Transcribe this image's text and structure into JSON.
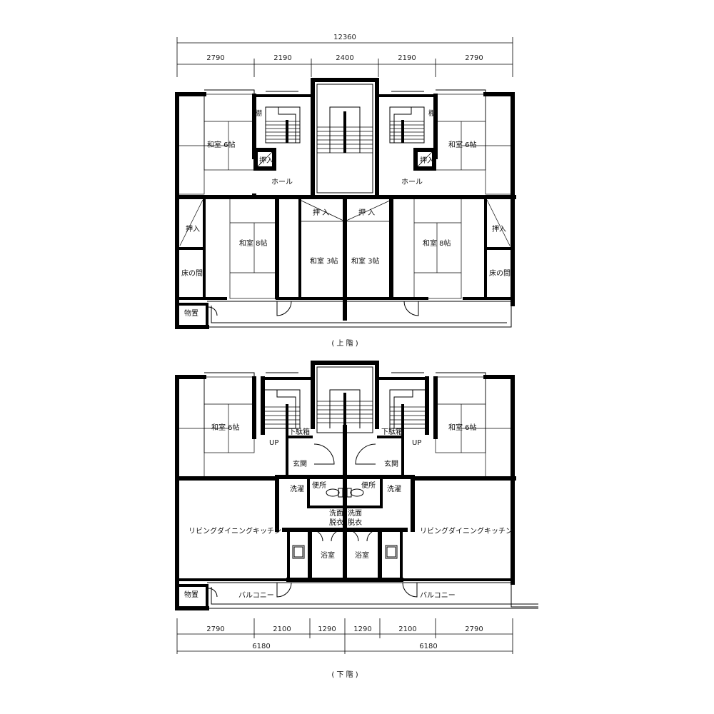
{
  "dims_top": {
    "total": "12360",
    "segments": [
      "2790",
      "2190",
      "2400",
      "2190",
      "2790"
    ]
  },
  "dims_bottom": {
    "segments": [
      "2790",
      "2100",
      "1290",
      "1290",
      "2100",
      "2790"
    ],
    "halves": [
      "6180",
      "6180"
    ]
  },
  "upper_floor": {
    "caption": "( 上 階 )",
    "rooms": {
      "washitsu6_l": "和室 6帖",
      "washitsu6_r": "和室 6帖",
      "tana_l": "棚",
      "tana_r": "棚",
      "oshiire_small_l": "押入",
      "oshiire_small_r": "押入",
      "hall_l": "ホール",
      "hall_r": "ホール",
      "oshiire_l": "押入",
      "oshiire_r": "押入",
      "oshiire_mid_l": "押 入",
      "oshiire_mid_r": "押 入",
      "washitsu8_l": "和室 8帖",
      "washitsu8_r": "和室 8帖",
      "washitsu3_l": "和室 3帖",
      "washitsu3_r": "和室 3帖",
      "tokonoma_l": "床の間",
      "tokonoma_r": "床の間",
      "monooki": "物置"
    }
  },
  "lower_floor": {
    "caption": "( 下 階 )",
    "rooms": {
      "washitsu6_l": "和室 6帖",
      "washitsu6_r": "和室 6帖",
      "getabako_l": "下駄箱",
      "getabako_r": "下駄箱",
      "up_l": "UP",
      "up_r": "UP",
      "genkan_l": "玄関",
      "genkan_r": "玄関",
      "sentaku_l": "洗濯",
      "sentaku_r": "洗濯",
      "benjo_l": "便所",
      "benjo_r": "便所",
      "senmen_l": "洗面",
      "senmen_r": "洗面",
      "datsui_l": "脱衣",
      "datsui_r": "脱衣",
      "ldk_l": "リビングダイニングキッチン",
      "ldk_r": "リビングダイニングキッチン",
      "yokushitsu_l": "浴室",
      "yokushitsu_r": "浴室",
      "monooki": "物置",
      "balcony_l": "バルコニー",
      "balcony_r": "バルコニー"
    }
  }
}
